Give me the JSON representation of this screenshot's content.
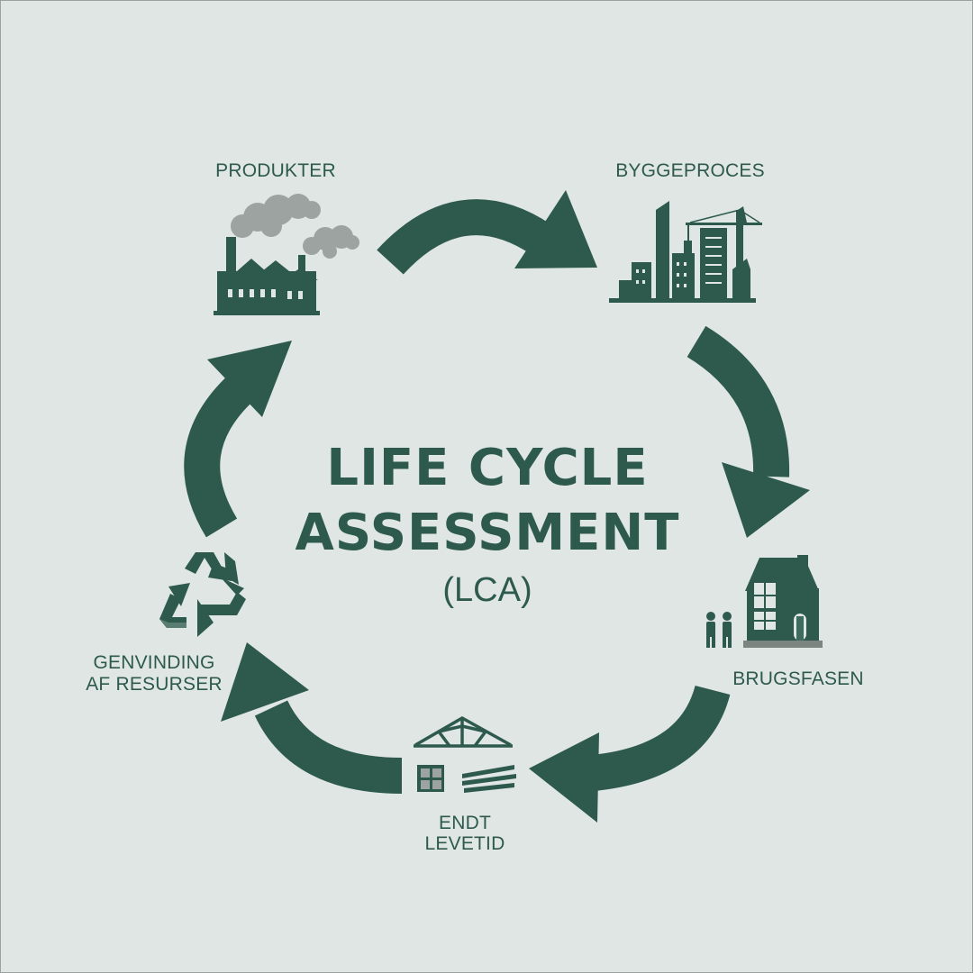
{
  "title": {
    "line1": "LIFE CYCLE",
    "line2": "ASSESSMENT",
    "line3": "(LCA)"
  },
  "stages": {
    "produkter": "PRODUKTER",
    "byggeproces": "BYGGEPROCES",
    "brugsfasen": "BRUGSFASEN",
    "endt_line1": "ENDT",
    "endt_line2": "LEVETID",
    "genvinding_line1": "GENVINDING",
    "genvinding_line2": "AF RESURSER"
  },
  "colors": {
    "primary": "#2e5a4e",
    "background": "#dfe6e3",
    "smoke": "#9ca3a0"
  },
  "icons": [
    "factory-icon",
    "city-construction-icon",
    "house-family-icon",
    "demolition-materials-icon",
    "recycle-icon"
  ]
}
